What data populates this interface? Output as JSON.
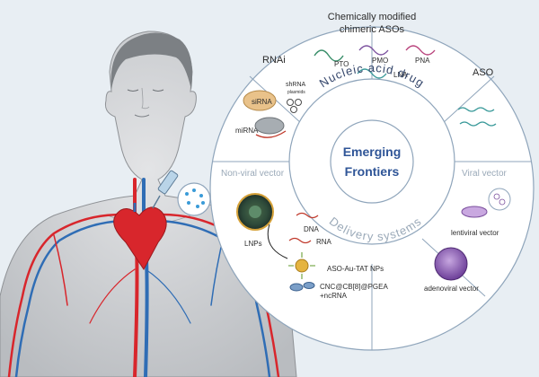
{
  "labels": {
    "chemically_modified": [
      "Chemically modified",
      "chimeric ASOs"
    ],
    "pto": "PTO",
    "pmo": "PMO",
    "pna": "PNA",
    "lna": "LNA",
    "rnai": "RNAi",
    "aso": "ASO",
    "sirna": "siRNA",
    "shrna": "shRNA",
    "plasmids": "plasmids",
    "mirna": "miRNA",
    "nucleic_acid_drug": "Nucleic acid drug",
    "emerging": "Emerging",
    "frontiers": "Frontiers",
    "delivery_systems": "Delivery systems",
    "non_viral_vector": "Non-viral vector",
    "viral_vector": "Viral vector",
    "lnps": "LNPs",
    "dna": "DNA",
    "rna": "RNA",
    "aso_au_tat": "ASO-Au-TAT NPs",
    "cnc_line1": "CNC@CB[8]@PGEA",
    "cnc_line2": "+ncRNA",
    "lentiviral": "lentiviral vector",
    "adenoviral": "adenoviral vector"
  },
  "colors": {
    "background": "#e8eef3",
    "circle_outer": "#ffffff",
    "circle_border": "#8fa5bb",
    "center_title": "#2f5597",
    "ring_text": "#34466b",
    "artery": "#d8262c",
    "vein": "#2f6db5",
    "skin": "#c9cbcd"
  }
}
